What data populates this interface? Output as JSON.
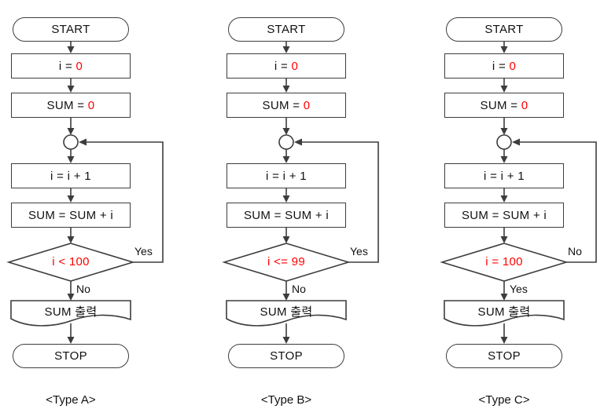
{
  "colors": {
    "line": "#3d3d3d",
    "text": "#111111",
    "value_red": "#ff0000",
    "background": "#ffffff"
  },
  "flowcharts": [
    {
      "caption": "<Type A>",
      "start": "START",
      "init_i_black": "i = ",
      "init_i_red": "0",
      "init_sum_black": "SUM = ",
      "init_sum_red": "0",
      "increment": "i = i + 1",
      "accumulate": "SUM = SUM + i",
      "condition": "i < 100",
      "branch_right": "Yes",
      "branch_down": "No",
      "output": "SUM 출력",
      "stop": "STOP"
    },
    {
      "caption": "<Type B>",
      "start": "START",
      "init_i_black": "i = ",
      "init_i_red": "0",
      "init_sum_black": "SUM = ",
      "init_sum_red": "0",
      "increment": "i = i + 1",
      "accumulate": "SUM = SUM + i",
      "condition": "i <= 99",
      "branch_right": "Yes",
      "branch_down": "No",
      "output": "SUM 출력",
      "stop": "STOP"
    },
    {
      "caption": "<Type C>",
      "start": "START",
      "init_i_black": "i = ",
      "init_i_red": "0",
      "init_sum_black": "SUM = ",
      "init_sum_red": "0",
      "increment": "i = i + 1",
      "accumulate": "SUM = SUM + i",
      "condition": "i = 100",
      "branch_right": "No",
      "branch_down": "Yes",
      "output": "SUM 출력",
      "stop": "STOP"
    }
  ]
}
